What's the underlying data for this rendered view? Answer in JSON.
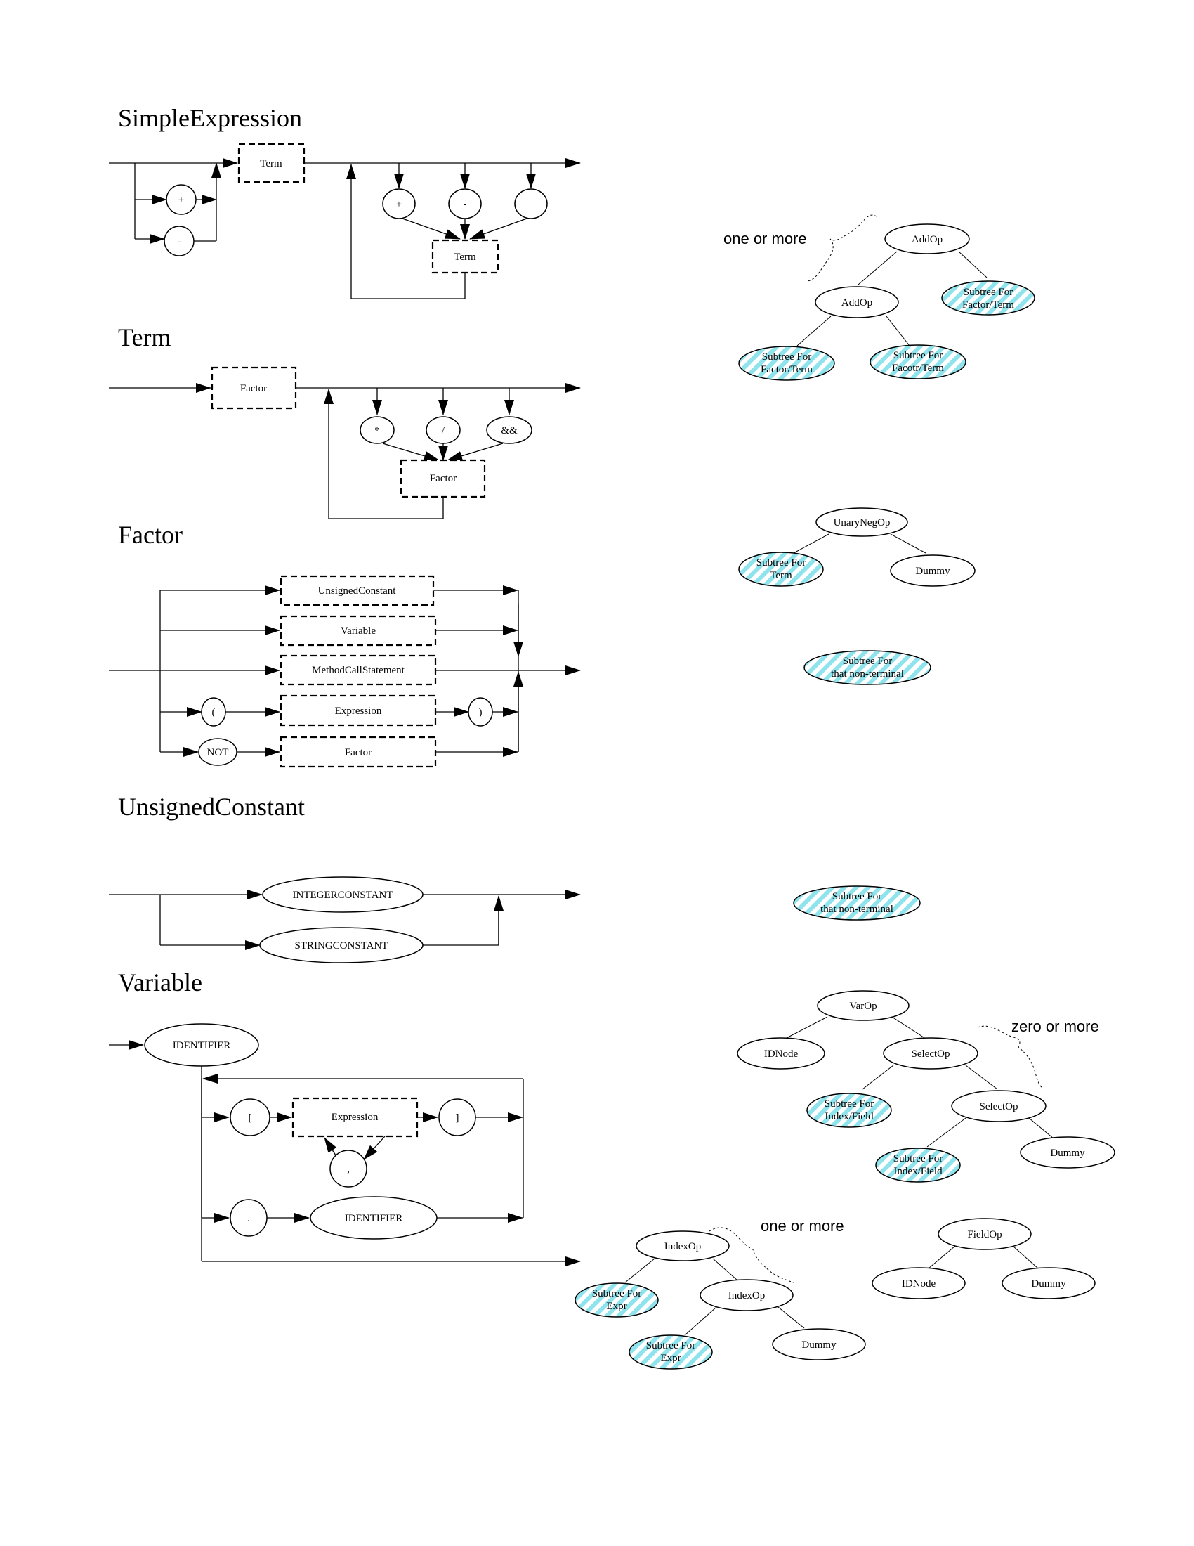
{
  "sections": {
    "simple_expression": "SimpleExpression",
    "term": "Term",
    "factor": "Factor",
    "unsigned_constant": "UnsignedConstant",
    "variable": "Variable"
  },
  "syntax": {
    "term": "Term",
    "factor": "Factor",
    "plus": "+",
    "minus": "-",
    "or": "||",
    "times": "*",
    "divide": "/",
    "and": "&&",
    "unsigned_constant": "UnsignedConstant",
    "variable": "Variable",
    "method_call": "MethodCallStatement",
    "expression": "Expression",
    "lparen": "(",
    "rparen": ")",
    "not": "NOT",
    "integer_constant": "INTEGERCONSTANT",
    "string_constant": "STRINGCONSTANT",
    "identifier": "IDENTIFIER",
    "lbracket": "[",
    "rbracket": "]",
    "comma": ",",
    "dot": "."
  },
  "trees": {
    "addop": "AddOp",
    "subtree_factor_term_1": "Subtree For",
    "subtree_factor_term_2": "Factor/Term",
    "subtree_facotr_term_2": "Facotr/Term",
    "unary_neg": "UnaryNegOp",
    "subtree_term_2": "Term",
    "dummy": "Dummy",
    "subtree_nonterminal_2": "that non-terminal",
    "varop": "VarOp",
    "idnode": "IDNode",
    "selectop": "SelectOp",
    "subtree_index_field_2": "Index/Field",
    "indexop": "IndexOp",
    "subtree_expr_2": "Expr",
    "fieldop": "FieldOp"
  },
  "annotations": {
    "one_or_more": "one or more",
    "zero_or_more": "zero or more"
  },
  "colors": {
    "hatch_fill": "#8fe3ec",
    "line": "#000000",
    "background": "#ffffff"
  }
}
